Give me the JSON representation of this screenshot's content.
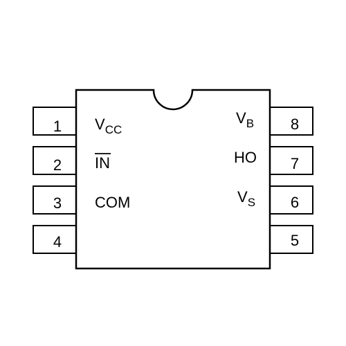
{
  "pins": [
    {
      "number": "1",
      "signal": "V",
      "sub": "CC",
      "overline": false
    },
    {
      "number": "2",
      "signal": "IN",
      "sub": "",
      "overline": true
    },
    {
      "number": "3",
      "signal": "COM",
      "sub": "",
      "overline": false
    },
    {
      "number": "4",
      "signal": "",
      "sub": "",
      "overline": false
    },
    {
      "number": "5",
      "signal": "",
      "sub": "",
      "overline": false
    },
    {
      "number": "6",
      "signal": "V",
      "sub": "S",
      "overline": false
    },
    {
      "number": "7",
      "signal": "HO",
      "sub": "",
      "overline": false
    },
    {
      "number": "8",
      "signal": "V",
      "sub": "B",
      "overline": false
    }
  ],
  "colors": {
    "stroke": "#000000",
    "background": "#ffffff"
  }
}
